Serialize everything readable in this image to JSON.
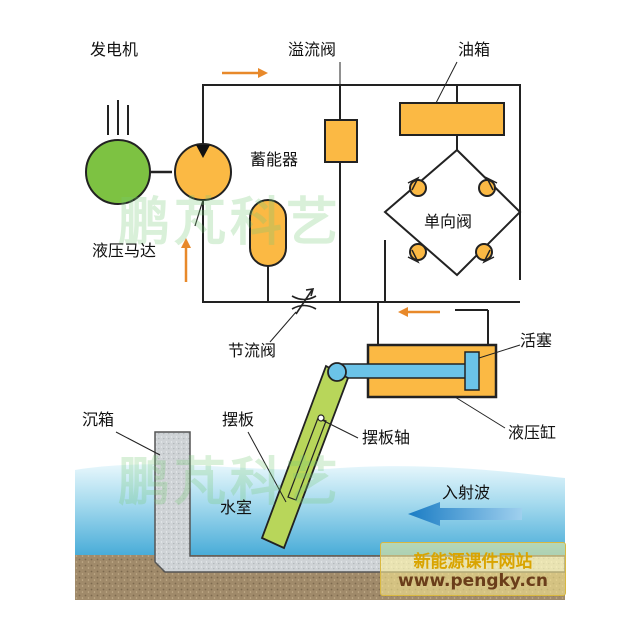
{
  "labels": {
    "generator": "发电机",
    "relief_valve": "溢流阀",
    "oil_tank": "油箱",
    "accumulator": "蓄能器",
    "check_valve": "单向阀",
    "hydraulic_motor": "液压马达",
    "throttle_valve": "节流阀",
    "piston": "活塞",
    "hydraulic_cylinder": "液压缸",
    "caisson": "沉箱",
    "pendulum_plate": "摆板",
    "pendulum_shaft": "摆板轴",
    "water_chamber": "水室",
    "incident_wave": "入射波"
  },
  "watermark": {
    "text": "鹏芃科艺"
  },
  "credit": {
    "line1": "新能源课件网站",
    "line2": "www.pengky.cn"
  },
  "colors": {
    "component_fill": "#fbb944",
    "generator_fill": "#7dc242",
    "piston_fill": "#6bc3e8",
    "plate_fill": "#b8d65a",
    "water": "#9fd8ec",
    "ground": "#a89070",
    "arrow": "#e8892a",
    "wave_arrow": "#1a7cc4"
  }
}
